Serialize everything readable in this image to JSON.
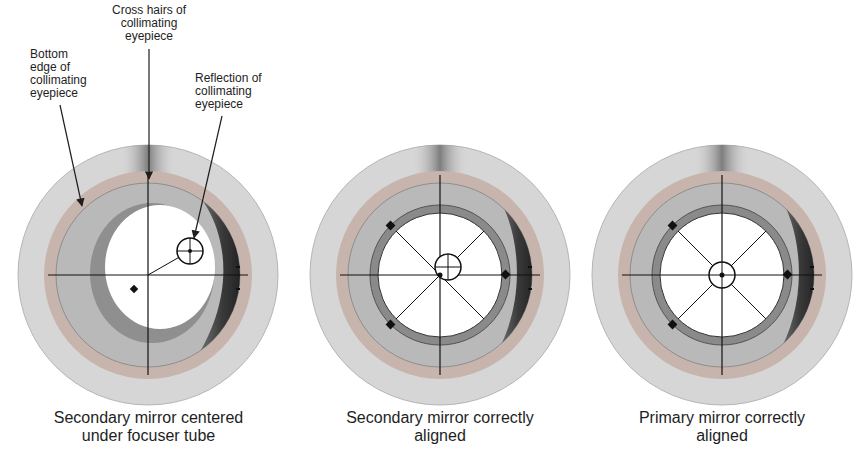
{
  "diagram": {
    "labels": [
      "Cross hairs of collimating eyepiece",
      "Bottom edge of collimating eyepiece",
      "Reflection of collimating eyepiece",
      "Secondary mirror centered under focuser tube",
      "Secondary mirror correctly aligned",
      "Primary mirror correctly aligned"
    ]
  }
}
